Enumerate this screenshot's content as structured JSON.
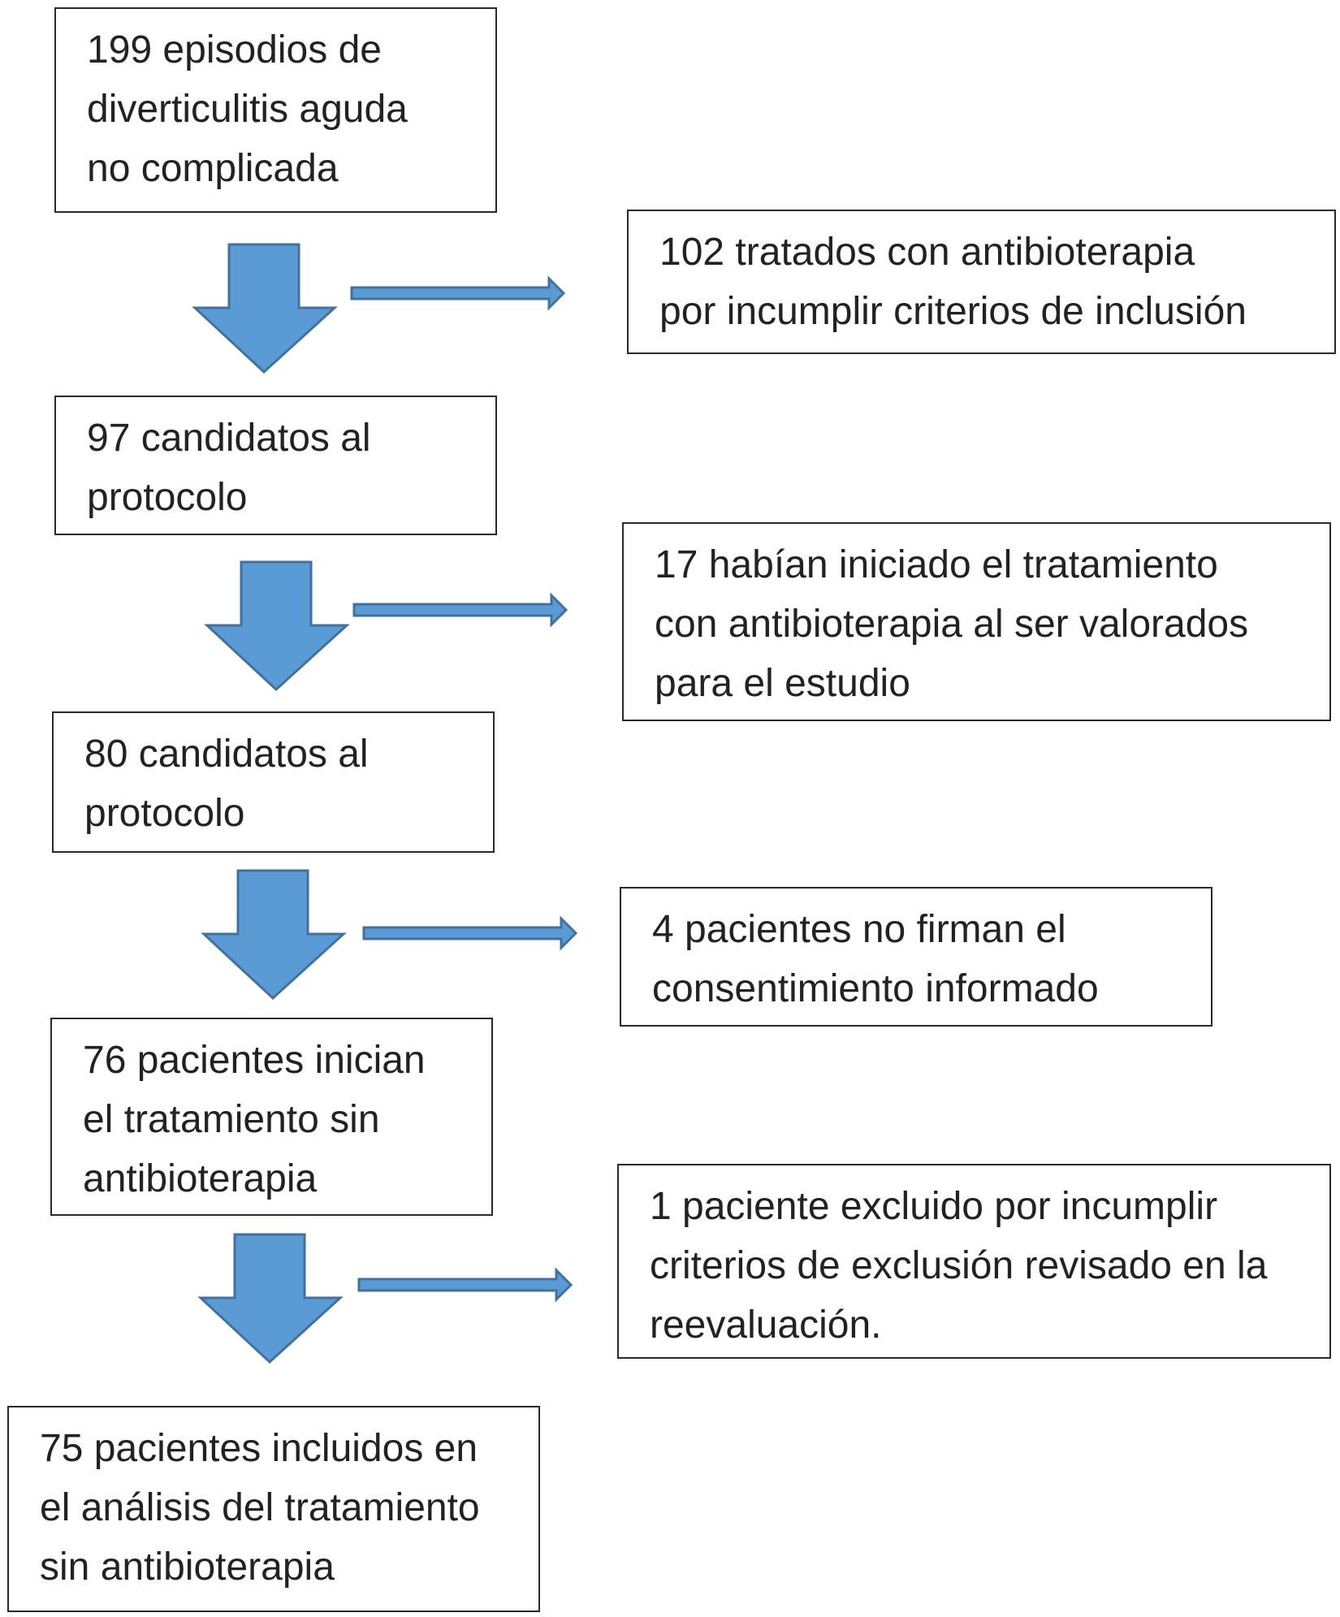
{
  "steps": [
    {
      "lines": [
        "199 episodios de",
        "diverticulitis aguda",
        "no complicada"
      ]
    },
    {
      "lines": [
        "97 candidatos al",
        "protocolo"
      ]
    },
    {
      "lines": [
        "80 candidatos al",
        "protocolo"
      ]
    },
    {
      "lines": [
        "76 pacientes inician",
        "el tratamiento sin",
        "antibioterapia"
      ]
    },
    {
      "lines": [
        "75 pacientes incluidos en",
        "el análisis del tratamiento",
        "sin antibioterapia"
      ]
    }
  ],
  "exclusions": [
    {
      "lines": [
        "102 tratados con antibioterapia",
        "por incumplir criterios de inclusión"
      ]
    },
    {
      "lines": [
        "17 habían iniciado el tratamiento",
        "con antibioterapia al ser valorados",
        "para el estudio"
      ]
    },
    {
      "lines": [
        "4 pacientes no firman el",
        "consentimiento informado"
      ]
    },
    {
      "lines": [
        "1 paciente excluido por incumplir",
        "criterios de exclusión revisado en la",
        "reevaluación."
      ]
    }
  ],
  "colors": {
    "arrow_fill": "#5b9bd5",
    "arrow_stroke": "#41719c",
    "box_border": "#2a2a2a",
    "text": "#222222"
  },
  "icons": {
    "down_arrow": "down-arrow-icon",
    "right_arrow": "right-arrow-icon"
  }
}
